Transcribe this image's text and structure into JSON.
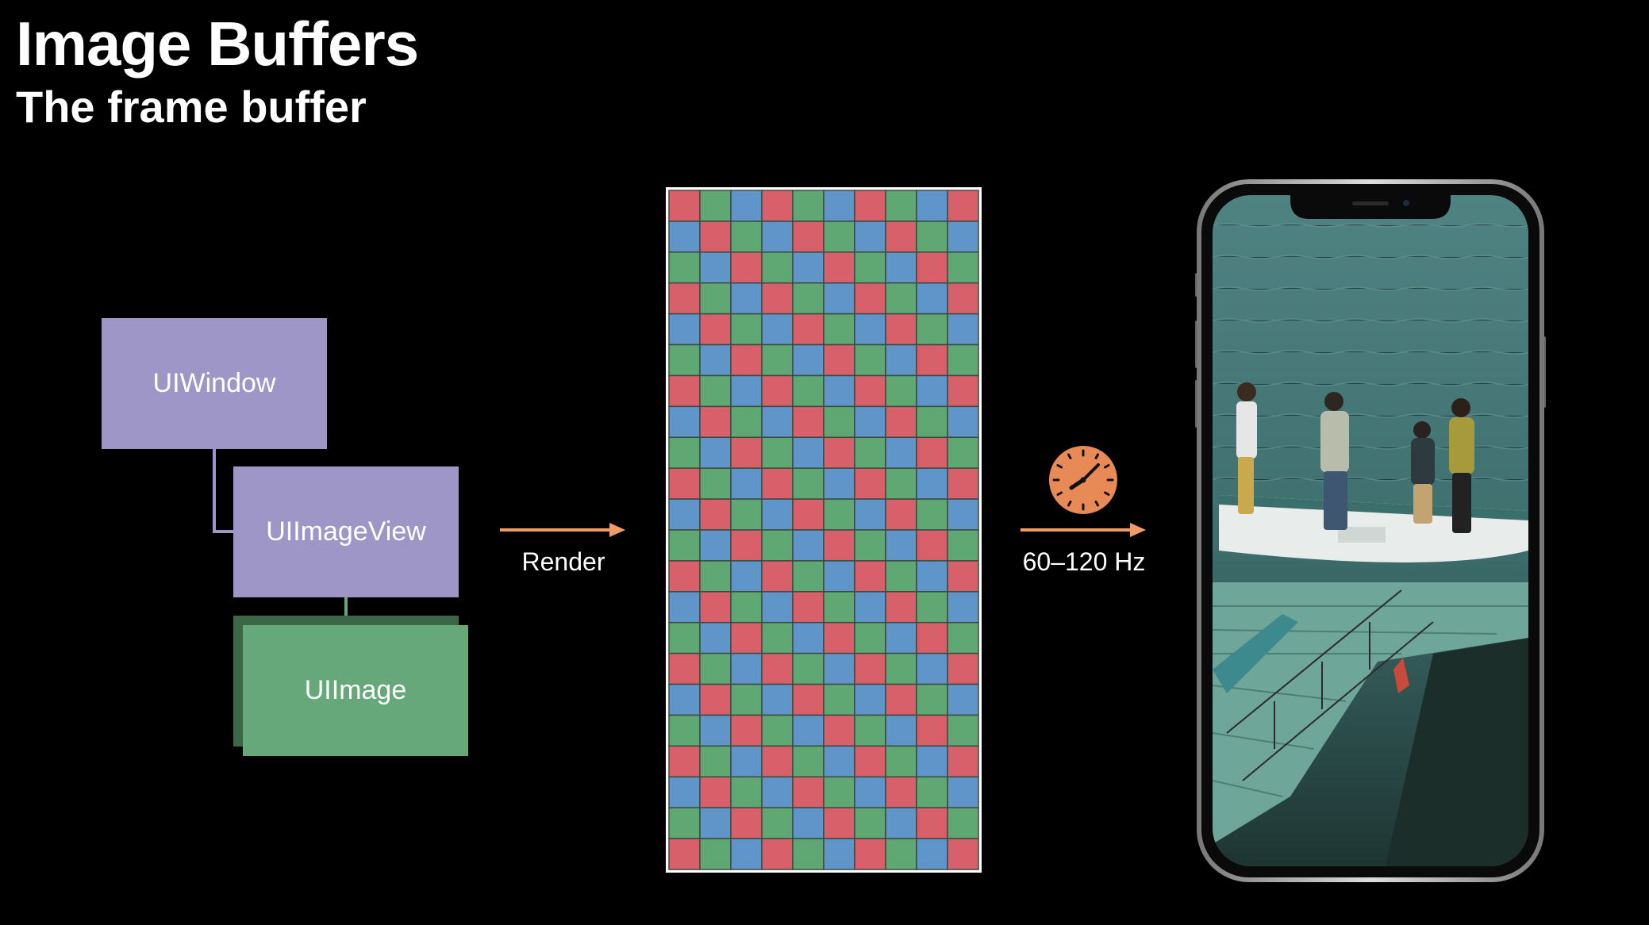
{
  "header": {
    "title": "Image Buffers",
    "subtitle": "The frame buffer"
  },
  "hierarchy": {
    "window_label": "UIWindow",
    "image_view_label": "UIImageView",
    "image_label": "UIImage"
  },
  "render_step": {
    "label": "Render"
  },
  "refresh_step": {
    "label": "60–120 Hz",
    "icon": "clock-icon"
  },
  "frame_buffer": {
    "pattern_colors": [
      "#d8606a",
      "#5fa873",
      "#5f95c8"
    ]
  },
  "colors": {
    "purple_box": "#9f96c8",
    "green_box": "#67a87a",
    "arrow": "#f19b66",
    "clock": "#e88a56"
  }
}
